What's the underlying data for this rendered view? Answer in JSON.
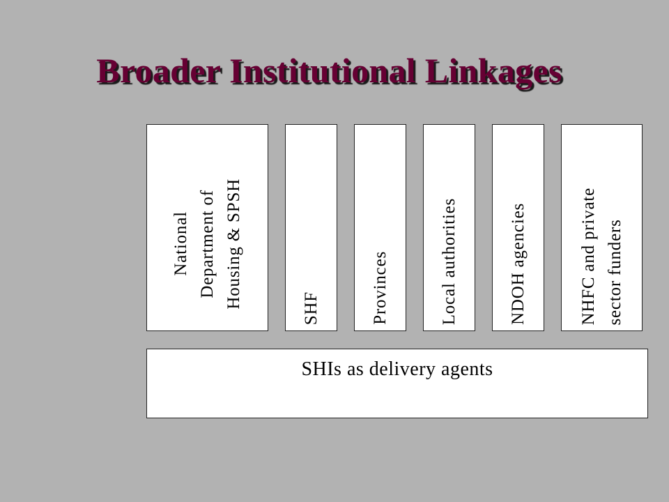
{
  "title": "Broader Institutional Linkages",
  "columns": [
    {
      "label": "National\nDepartment of\nHousing & SPSH"
    },
    {
      "label": "SHF"
    },
    {
      "label": "Provinces"
    },
    {
      "label": "Local authorities"
    },
    {
      "label": "NDOH agencies"
    },
    {
      "label": "NHFC and private\nsector funders"
    }
  ],
  "base": {
    "label": "SHIs as delivery agents"
  }
}
